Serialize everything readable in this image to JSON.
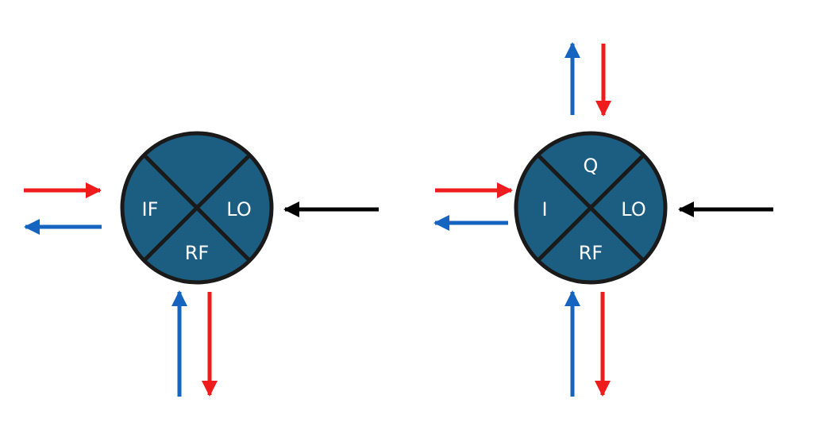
{
  "colors": {
    "mixer_fill": "#1b5e82",
    "mixer_stroke": "#1a1a1a",
    "arrow_red": "#ee1c1c",
    "arrow_blue": "#1565c0",
    "arrow_black": "#000000",
    "label": "#ffffff"
  },
  "mixer_left": {
    "ports": {
      "left": "IF",
      "right": "LO",
      "bottom": "RF"
    }
  },
  "mixer_right": {
    "ports": {
      "top": "Q",
      "left": "I",
      "right": "LO",
      "bottom": "RF"
    }
  }
}
